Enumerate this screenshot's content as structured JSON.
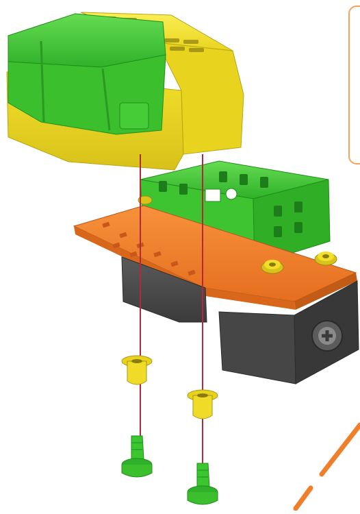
{
  "figure": {
    "type": "exploded-assembly-illustration",
    "parts": [
      "battery-box-cover",
      "battery-box-base",
      "mounting-plate",
      "motor-housing",
      "spacer-pin",
      "connector-pin"
    ],
    "assembly_lines_color": "#b5283a",
    "colors": {
      "cover_yellow": "#f2df2a",
      "battery_green": "#39c62f",
      "button_red": "#d91f24",
      "plate_orange": "#f07f2b",
      "housing_dark": "#4b4b4b",
      "callout_border": "#f4a25c"
    }
  }
}
